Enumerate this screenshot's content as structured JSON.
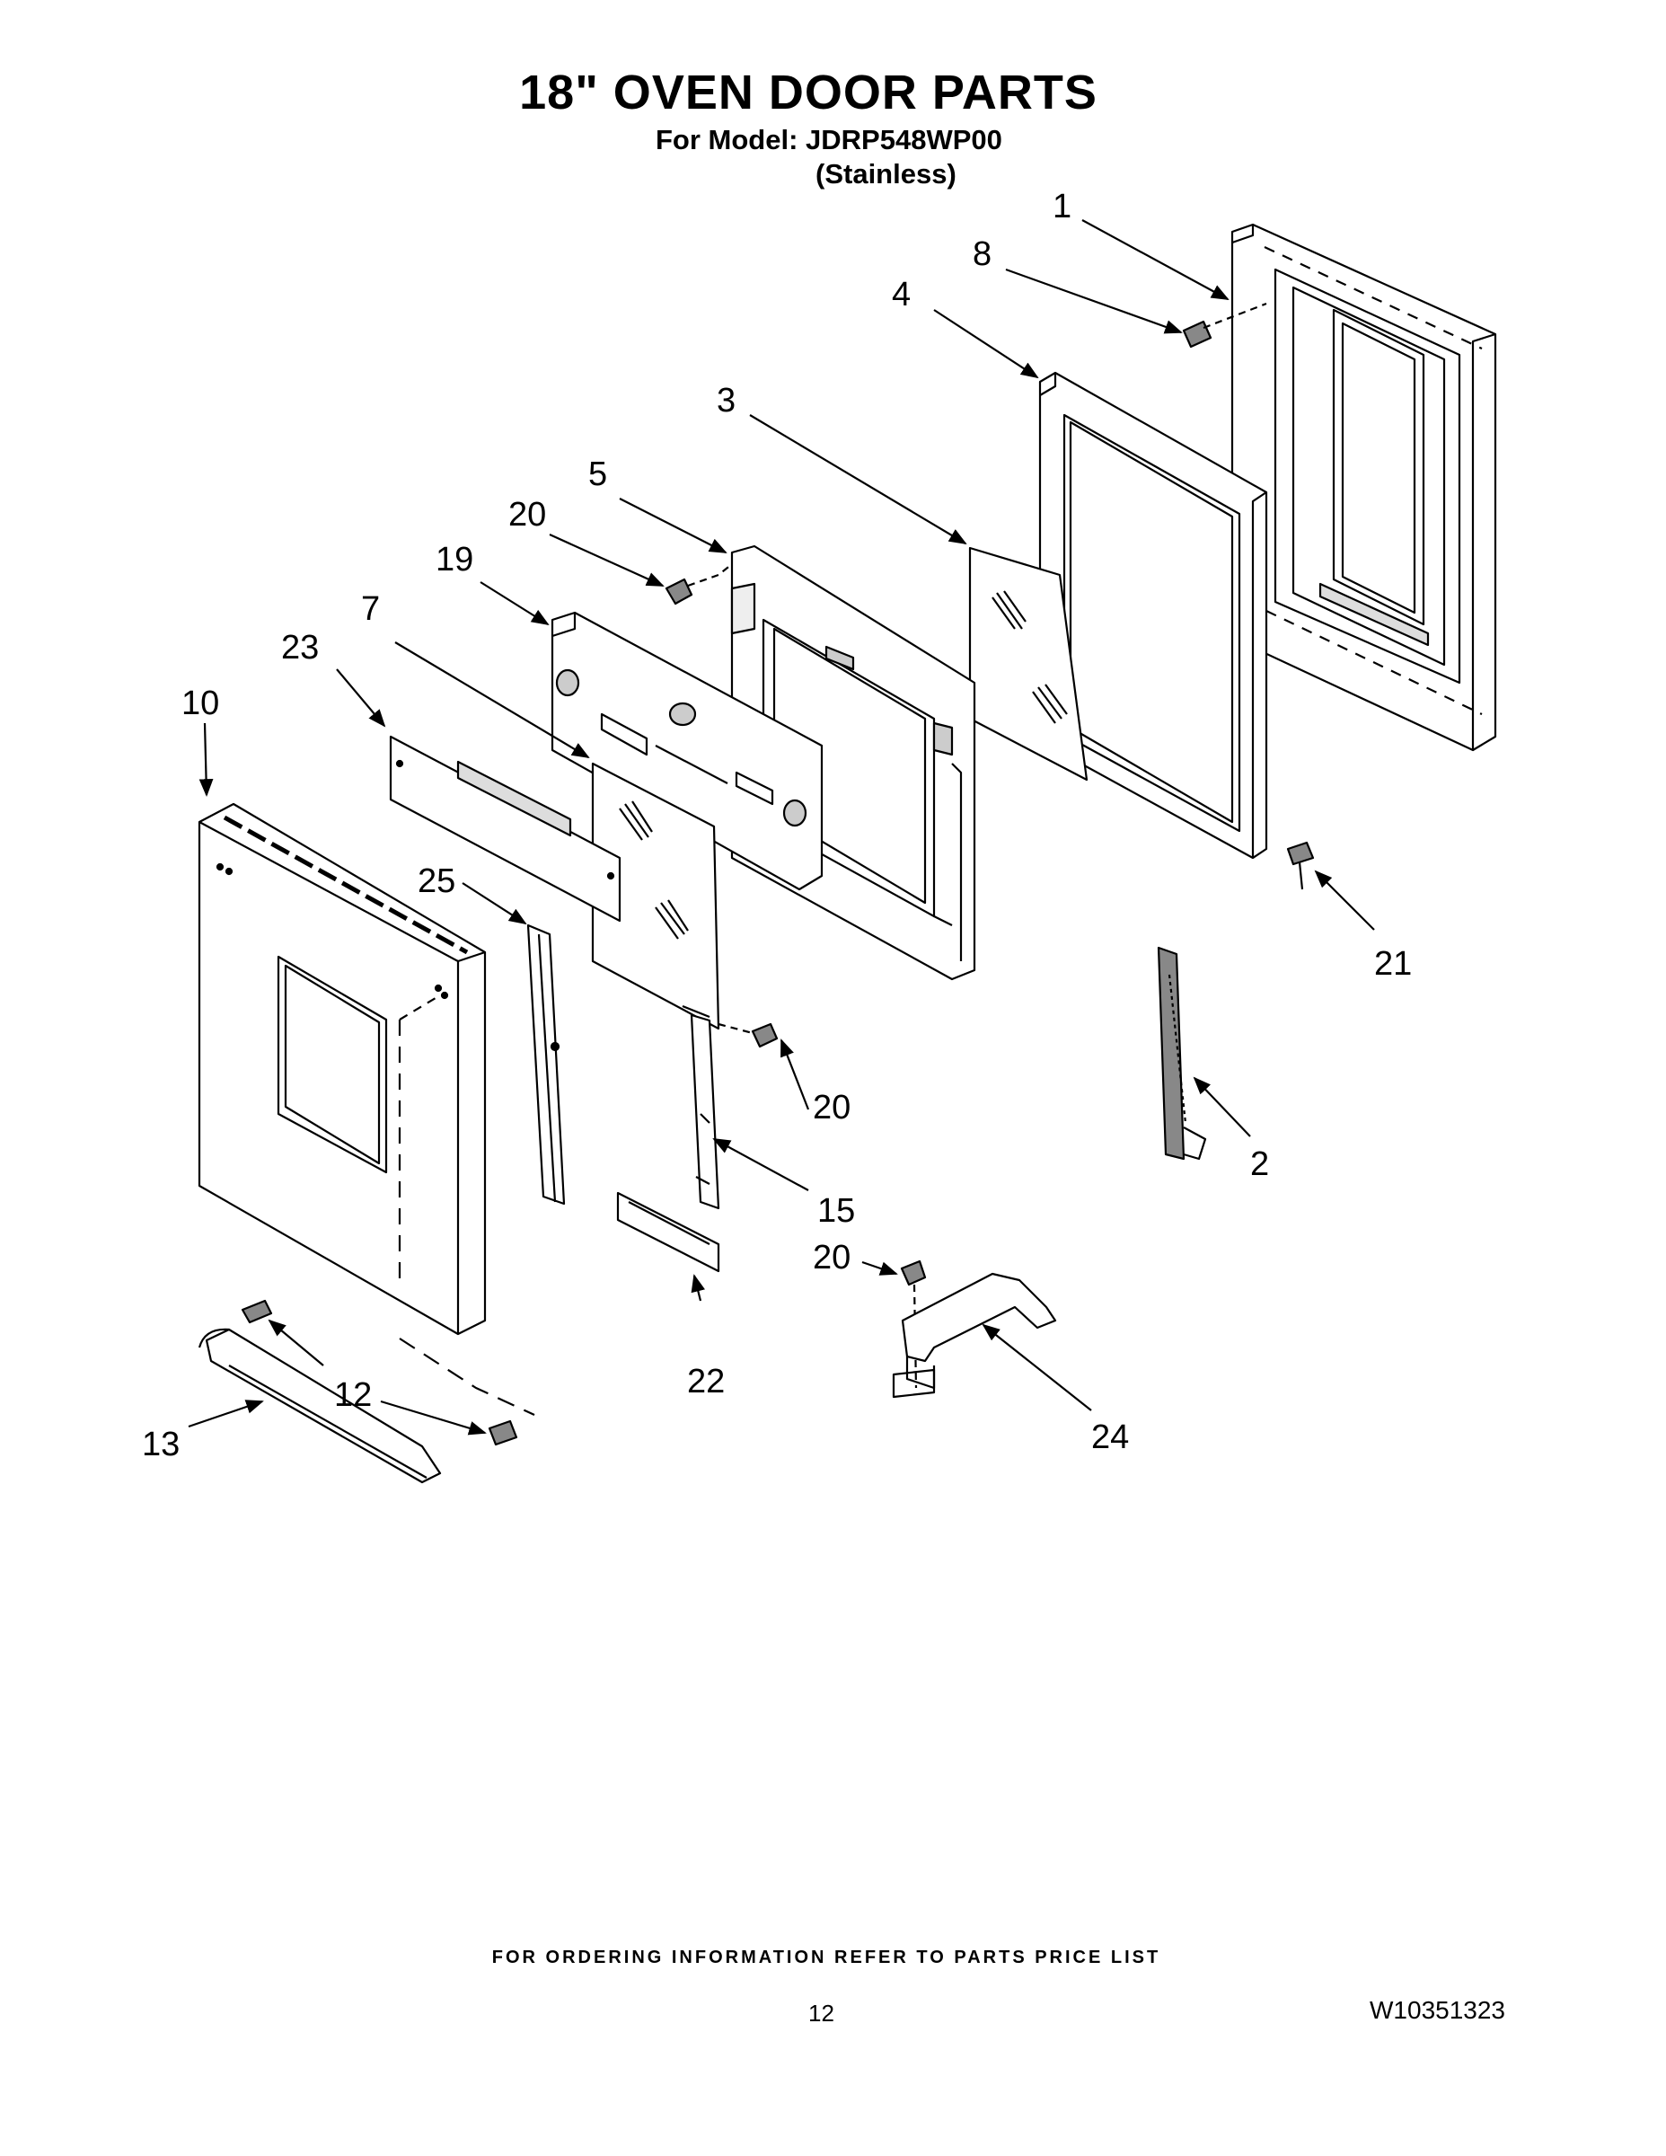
{
  "header": {
    "title": "18\" OVEN DOOR PARTS",
    "model_line": "For Model: JDRP548WP00",
    "variant_line": "(Stainless)"
  },
  "callouts": {
    "c1": "1",
    "c2": "2",
    "c3": "3",
    "c4": "4",
    "c5": "5",
    "c7": "7",
    "c8": "8",
    "c10": "10",
    "c12a": "12",
    "c13": "13",
    "c15": "15",
    "c19": "19",
    "c20a": "20",
    "c20b": "20",
    "c20c": "20",
    "c21": "21",
    "c22": "22",
    "c23": "23",
    "c24": "24",
    "c25": "25"
  },
  "footer": {
    "ordering_note": "FOR ORDERING INFORMATION REFER TO PARTS PRICE LIST",
    "page_number": "12",
    "document_number": "W10351323"
  }
}
